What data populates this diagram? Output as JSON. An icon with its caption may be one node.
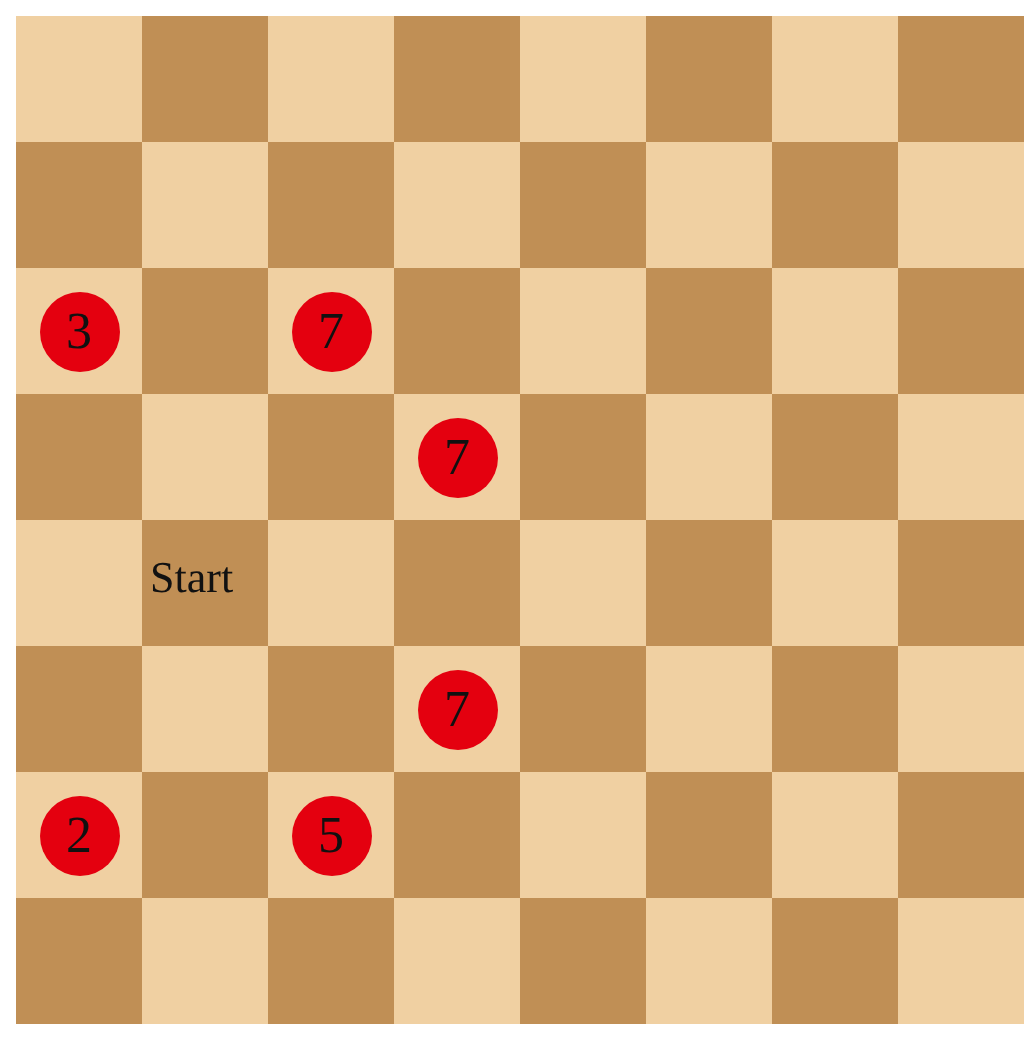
{
  "diagram": {
    "nodes": [
      {
        "text": [
          "3"
        ]
      },
      {
        "text": [
          "7"
        ]
      },
      {
        "text": [
          "7"
        ]
      },
      {
        "text": [
          "7"
        ]
      },
      {
        "text": [
          "2"
        ]
      },
      {
        "text": [
          "5"
        ]
      }
    ],
    "labels": [
      "Start"
    ]
  }
}
